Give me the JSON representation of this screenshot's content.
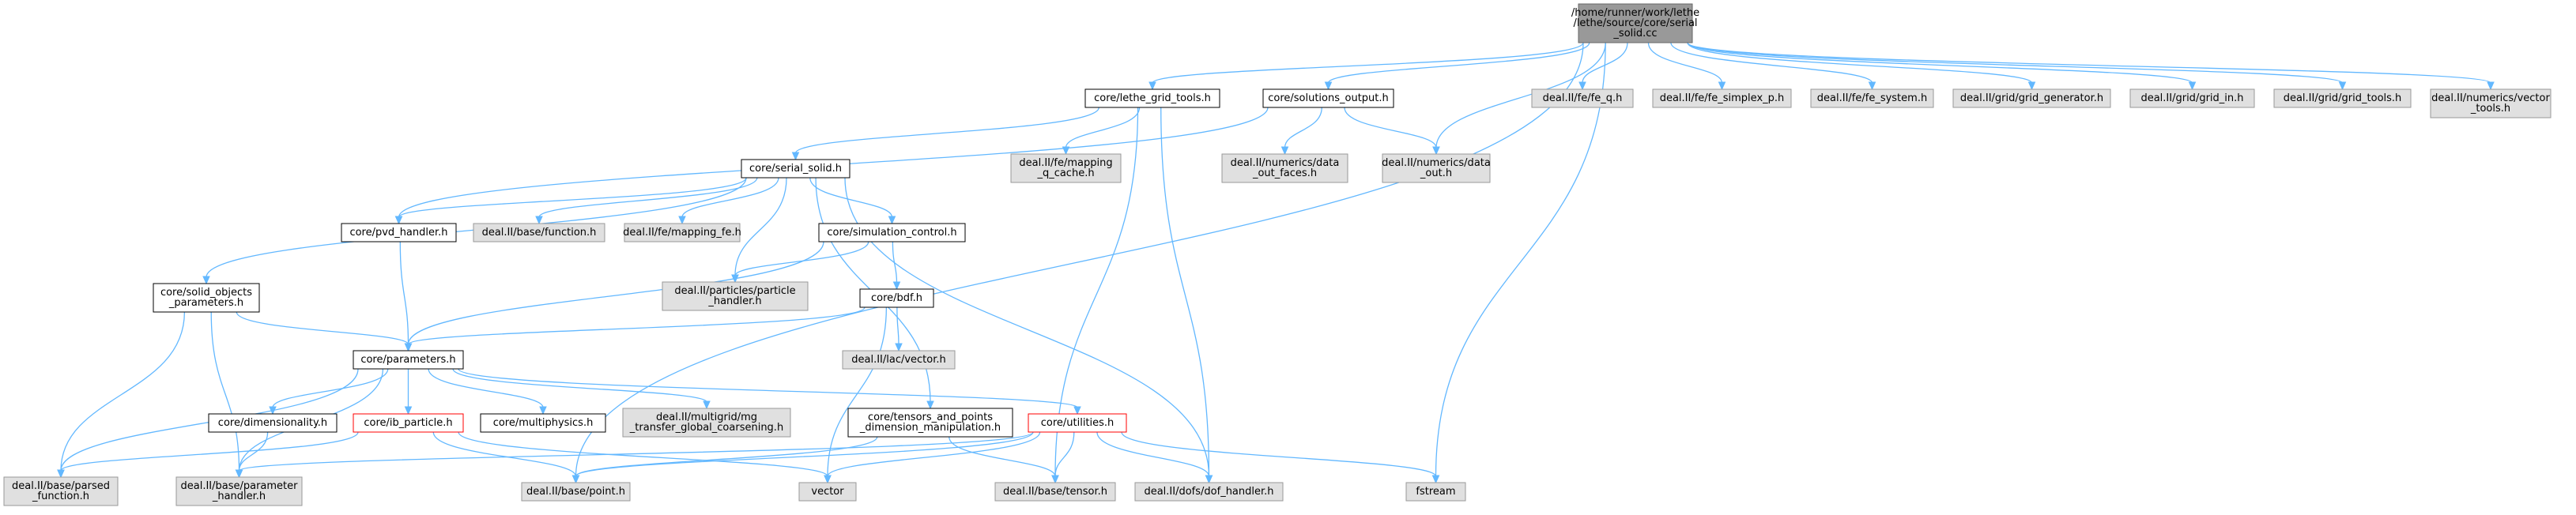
{
  "colors": {
    "edge": "#63b8ff",
    "root_fill": "#999999",
    "root_stroke": "#666666",
    "documented_fill": "#ffffff",
    "documented_stroke": "#000000",
    "external_fill": "#e0e0e0",
    "external_stroke": "#999999",
    "highlight_stroke": "#ff0000"
  },
  "nodes": [
    {
      "id": "root",
      "kind": "root",
      "lines": [
        "/home/runner/work/lethe",
        "/lethe/source/core/serial",
        "_solid.cc"
      ]
    },
    {
      "id": "grid_tools",
      "kind": "documented",
      "lines": [
        "core/lethe_grid_tools.h"
      ]
    },
    {
      "id": "solutions_output",
      "kind": "documented",
      "lines": [
        "core/solutions_output.h"
      ]
    },
    {
      "id": "fe_q",
      "kind": "external",
      "lines": [
        "deal.II/fe/fe_q.h"
      ]
    },
    {
      "id": "fe_simplex",
      "kind": "external",
      "lines": [
        "deal.II/fe/fe_simplex_p.h"
      ]
    },
    {
      "id": "fe_system",
      "kind": "external",
      "lines": [
        "deal.II/fe/fe_system.h"
      ]
    },
    {
      "id": "grid_generator",
      "kind": "external",
      "lines": [
        "deal.II/grid/grid_generator.h"
      ]
    },
    {
      "id": "grid_in",
      "kind": "external",
      "lines": [
        "deal.II/grid/grid_in.h"
      ]
    },
    {
      "id": "grid_tools_dealii",
      "kind": "external",
      "lines": [
        "deal.II/grid/grid_tools.h"
      ]
    },
    {
      "id": "vector_tools",
      "kind": "external",
      "lines": [
        "deal.II/numerics/vector",
        "_tools.h"
      ]
    },
    {
      "id": "serial_solid",
      "kind": "documented",
      "lines": [
        "core/serial_solid.h"
      ]
    },
    {
      "id": "mapping_q_cache",
      "kind": "external",
      "lines": [
        "deal.II/fe/mapping",
        "_q_cache.h"
      ]
    },
    {
      "id": "data_out_faces",
      "kind": "external",
      "lines": [
        "deal.II/numerics/data",
        "_out_faces.h"
      ]
    },
    {
      "id": "data_out",
      "kind": "external",
      "lines": [
        "deal.II/numerics/data",
        "_out.h"
      ]
    },
    {
      "id": "pvd_handler",
      "kind": "documented",
      "lines": [
        "core/pvd_handler.h"
      ]
    },
    {
      "id": "base_function",
      "kind": "external",
      "lines": [
        "deal.II/base/function.h"
      ]
    },
    {
      "id": "mapping_fe",
      "kind": "external",
      "lines": [
        "deal.II/fe/mapping_fe.h"
      ]
    },
    {
      "id": "simulation_control",
      "kind": "documented",
      "lines": [
        "core/simulation_control.h"
      ]
    },
    {
      "id": "solid_objects",
      "kind": "documented",
      "lines": [
        "core/solid_objects",
        "_parameters.h"
      ]
    },
    {
      "id": "particle_handler",
      "kind": "external",
      "lines": [
        "deal.II/particles/particle",
        "_handler.h"
      ]
    },
    {
      "id": "bdf",
      "kind": "documented",
      "lines": [
        "core/bdf.h"
      ]
    },
    {
      "id": "lac_vector",
      "kind": "external",
      "lines": [
        "deal.II/lac/vector.h"
      ]
    },
    {
      "id": "parameters",
      "kind": "documented",
      "lines": [
        "core/parameters.h"
      ]
    },
    {
      "id": "dimensionality",
      "kind": "documented",
      "lines": [
        "core/dimensionality.h"
      ]
    },
    {
      "id": "ib_particle",
      "kind": "highlight",
      "lines": [
        "core/ib_particle.h"
      ]
    },
    {
      "id": "multiphysics",
      "kind": "documented",
      "lines": [
        "core/multiphysics.h"
      ]
    },
    {
      "id": "mg_transfer",
      "kind": "external",
      "lines": [
        "deal.II/multigrid/mg",
        "_transfer_global_coarsening.h"
      ]
    },
    {
      "id": "tensors_points",
      "kind": "documented",
      "lines": [
        "core/tensors_and_points",
        "_dimension_manipulation.h"
      ]
    },
    {
      "id": "utilities",
      "kind": "highlight",
      "lines": [
        "core/utilities.h"
      ]
    },
    {
      "id": "parsed_function",
      "kind": "external",
      "lines": [
        "deal.II/base/parsed",
        "_function.h"
      ]
    },
    {
      "id": "parameter_handler",
      "kind": "external",
      "lines": [
        "deal.II/base/parameter",
        "_handler.h"
      ]
    },
    {
      "id": "point",
      "kind": "external",
      "lines": [
        "deal.II/base/point.h"
      ]
    },
    {
      "id": "vector",
      "kind": "external",
      "lines": [
        "vector"
      ]
    },
    {
      "id": "tensor",
      "kind": "external",
      "lines": [
        "deal.II/base/tensor.h"
      ]
    },
    {
      "id": "dof_handler",
      "kind": "external",
      "lines": [
        "deal.II/dofs/dof_handler.h"
      ]
    },
    {
      "id": "fstream",
      "kind": "external",
      "lines": [
        "fstream"
      ]
    }
  ],
  "edges": [
    [
      "root",
      "grid_tools"
    ],
    [
      "root",
      "solutions_output"
    ],
    [
      "root",
      "fe_q"
    ],
    [
      "root",
      "fe_simplex"
    ],
    [
      "root",
      "fe_system"
    ],
    [
      "root",
      "grid_generator"
    ],
    [
      "root",
      "grid_in"
    ],
    [
      "root",
      "grid_tools_dealii"
    ],
    [
      "root",
      "vector_tools"
    ],
    [
      "root",
      "data_out"
    ],
    [
      "root",
      "fstream"
    ],
    [
      "root",
      "point"
    ],
    [
      "grid_tools",
      "serial_solid"
    ],
    [
      "grid_tools",
      "mapping_q_cache"
    ],
    [
      "grid_tools",
      "tensor"
    ],
    [
      "grid_tools",
      "dof_handler"
    ],
    [
      "solutions_output",
      "pvd_handler"
    ],
    [
      "solutions_output",
      "data_out_faces"
    ],
    [
      "solutions_output",
      "data_out"
    ],
    [
      "serial_solid",
      "pvd_handler"
    ],
    [
      "serial_solid",
      "base_function"
    ],
    [
      "serial_solid",
      "mapping_fe"
    ],
    [
      "serial_solid",
      "simulation_control"
    ],
    [
      "serial_solid",
      "solid_objects"
    ],
    [
      "serial_solid",
      "particle_handler"
    ],
    [
      "serial_solid",
      "tensors_points"
    ],
    [
      "serial_solid",
      "dof_handler"
    ],
    [
      "pvd_handler",
      "parameters"
    ],
    [
      "simulation_control",
      "particle_handler"
    ],
    [
      "simulation_control",
      "bdf"
    ],
    [
      "simulation_control",
      "parameters"
    ],
    [
      "solid_objects",
      "parameters"
    ],
    [
      "solid_objects",
      "parsed_function"
    ],
    [
      "solid_objects",
      "parameter_handler"
    ],
    [
      "bdf",
      "lac_vector"
    ],
    [
      "bdf",
      "vector"
    ],
    [
      "bdf",
      "parameters"
    ],
    [
      "parameters",
      "dimensionality"
    ],
    [
      "parameters",
      "ib_particle"
    ],
    [
      "parameters",
      "multiphysics"
    ],
    [
      "parameters",
      "mg_transfer"
    ],
    [
      "parameters",
      "utilities"
    ],
    [
      "parameters",
      "parsed_function"
    ],
    [
      "parameters",
      "parameter_handler"
    ],
    [
      "dimensionality",
      "parameter_handler"
    ],
    [
      "ib_particle",
      "parsed_function"
    ],
    [
      "ib_particle",
      "point"
    ],
    [
      "ib_particle",
      "vector"
    ],
    [
      "tensors_points",
      "point"
    ],
    [
      "tensors_points",
      "tensor"
    ],
    [
      "utilities",
      "parameter_handler"
    ],
    [
      "utilities",
      "point"
    ],
    [
      "utilities",
      "vector"
    ],
    [
      "utilities",
      "tensor"
    ],
    [
      "utilities",
      "dof_handler"
    ],
    [
      "utilities",
      "fstream"
    ]
  ]
}
